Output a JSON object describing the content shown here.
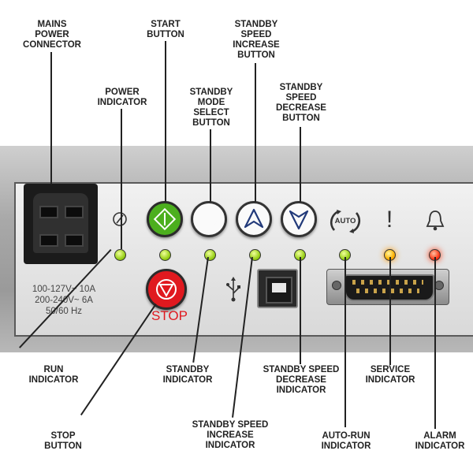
{
  "labels": {
    "mains_power_connector": "MAINS\nPOWER\nCONNECTOR",
    "start_button": "START\nBUTTON",
    "standby_speed_increase_button": "STANDBY\nSPEED\nINCREASE\nBUTTON",
    "power_indicator": "POWER\nINDICATOR",
    "standby_mode_select_button": "STANDBY\nMODE\nSELECT\nBUTTON",
    "standby_speed_decrease_button": "STANDBY\nSPEED\nDECREASE\nBUTTON",
    "run_indicator": "RUN\nINDICATOR",
    "stop_button": "STOP\nBUTTON",
    "standby_indicator": "STANDBY\nINDICATOR",
    "standby_speed_increase_indicator": "STANDBY SPEED\nINCREASE\nINDICATOR",
    "standby_speed_decrease_indicator": "STANDBY SPEED\nDECREASE\nINDICATOR",
    "auto_run_indicator": "AUTO-RUN\nINDICATOR",
    "service_indicator": "SERVICE\nINDICATOR",
    "alarm_indicator": "ALARM\nINDICATOR"
  },
  "panel": {
    "spec_line1": "100-127V~ 10A",
    "spec_line2": "200-240V~ 6A",
    "spec_line3": "50/60  Hz",
    "stop_text": "STOP",
    "auto_icon_text": "AUTO",
    "service_symbol": "!"
  },
  "colors": {
    "start_button": "#4caf1e",
    "stop_button": "#e0191f",
    "indicator_green": "#9ad11a",
    "indicator_amber": "#ffb000",
    "indicator_red": "#ff3c1a"
  },
  "icons": [
    "power-symbol-icon",
    "start-icon",
    "standby-moon-icon",
    "speed-up-icon",
    "speed-down-icon",
    "auto-run-icon",
    "service-exclamation-icon",
    "alarm-bell-icon",
    "usb-symbol-icon"
  ]
}
